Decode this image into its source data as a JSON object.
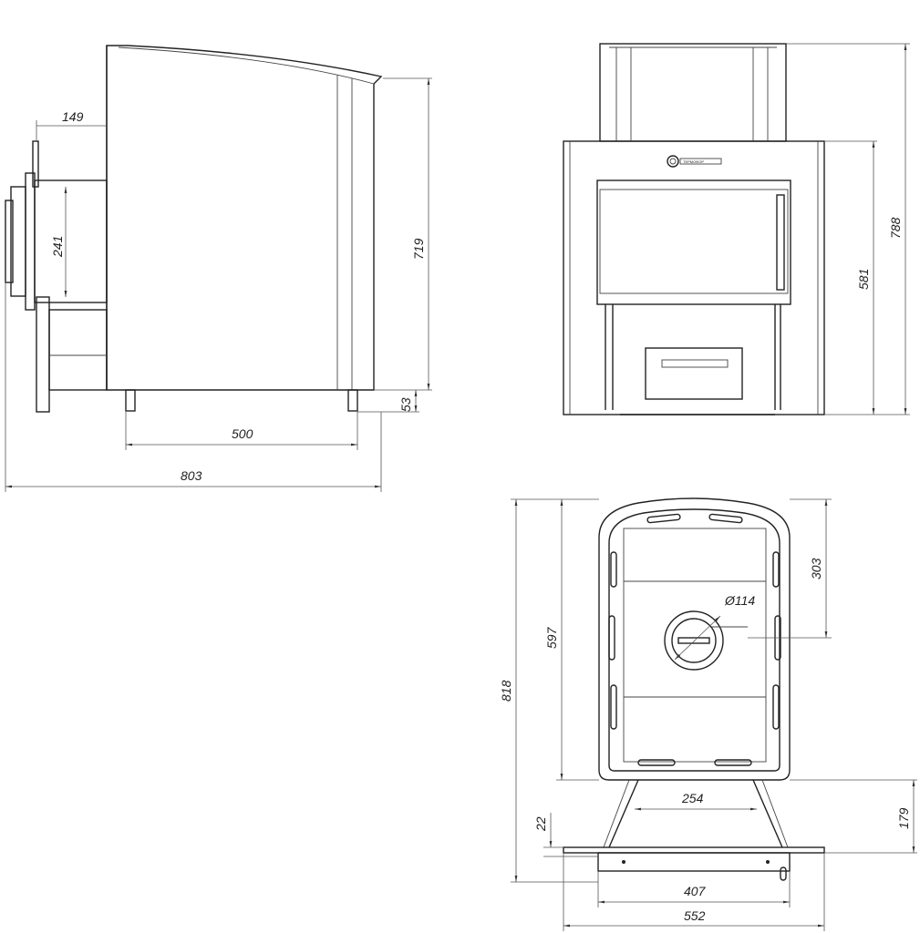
{
  "side_view": {
    "dims": {
      "flue_offset": "149",
      "flue_diameter": "241",
      "height": "719",
      "legs": "53",
      "body_depth": "500",
      "total_depth": "803"
    }
  },
  "front_view": {
    "brand": "ТЕРМОФОР",
    "dims": {
      "total_height": "788",
      "body_height": "581"
    }
  },
  "top_view": {
    "dims": {
      "chimney_diameter": "Ø114",
      "chimney_offset": "303",
      "inner_depth": "597",
      "total_depth": "818",
      "tunnel_width": "254",
      "tunnel_length": "179",
      "flange": "22",
      "plate_inner": "407",
      "plate_outer": "552"
    }
  }
}
